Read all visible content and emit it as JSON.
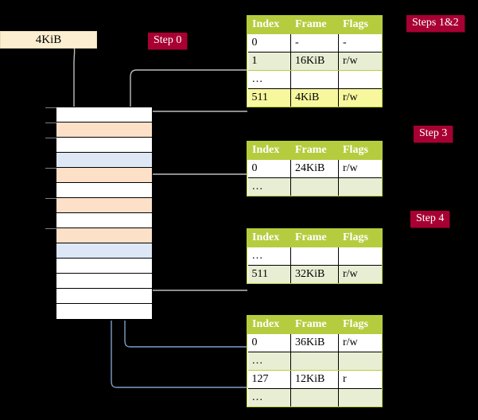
{
  "diagram": {
    "title_labels": {
      "step0": "Step 0",
      "steps12": "Steps 1&2",
      "step3": "Step 3",
      "step4": "Step 4"
    },
    "source_box": {
      "label": "4KiB"
    },
    "colors": {
      "badge_bg": "#a80032",
      "badge_text": "#ffffff",
      "table_header_bg": "#b5cc3e",
      "table_alt_row_bg": "#e8eed4",
      "highlight_bg": "#f7f79e",
      "memory_peach": "#fce0c8",
      "memory_blue": "#dde7f6",
      "source_box_bg": "#fceed0",
      "wire_gray": "#b3b3b3",
      "wire_blue": "#7d9fc9",
      "background": "#000000"
    }
  },
  "tables": [
    {
      "name": "table-steps-1-2",
      "headers": [
        "Index",
        "Frame",
        "Flags"
      ],
      "rows": [
        {
          "alt": false,
          "hl": [
            false,
            false,
            false
          ],
          "cells": [
            "0",
            "-",
            "-"
          ]
        },
        {
          "alt": true,
          "hl": [
            false,
            false,
            false
          ],
          "cells": [
            "1",
            "16KiB",
            "r/w"
          ]
        },
        {
          "alt": false,
          "hl": [
            false,
            false,
            false
          ],
          "cells": [
            "…",
            "",
            ""
          ]
        },
        {
          "alt": true,
          "hl": [
            true,
            true,
            true
          ],
          "cells": [
            "511",
            "4KiB",
            "r/w"
          ]
        }
      ]
    },
    {
      "name": "table-step-3",
      "headers": [
        "Index",
        "Frame",
        "Flags"
      ],
      "rows": [
        {
          "alt": false,
          "hl": [
            false,
            false,
            false
          ],
          "cells": [
            "0",
            "24KiB",
            "r/w"
          ]
        },
        {
          "alt": true,
          "hl": [
            false,
            false,
            false
          ],
          "cells": [
            "…",
            "",
            ""
          ]
        }
      ]
    },
    {
      "name": "table-step-4",
      "headers": [
        "Index",
        "Frame",
        "Flags"
      ],
      "rows": [
        {
          "alt": false,
          "hl": [
            false,
            false,
            false
          ],
          "cells": [
            "…",
            "",
            ""
          ]
        },
        {
          "alt": true,
          "hl": [
            false,
            false,
            false
          ],
          "cells": [
            "511",
            "32KiB",
            "r/w"
          ]
        }
      ]
    },
    {
      "name": "table-bottom",
      "headers": [
        "Index",
        "Frame",
        "Flags"
      ],
      "rows": [
        {
          "alt": false,
          "hl": [
            false,
            false,
            false
          ],
          "cells": [
            "0",
            "36KiB",
            "r/w"
          ]
        },
        {
          "alt": true,
          "hl": [
            false,
            false,
            false
          ],
          "cells": [
            "…",
            "",
            ""
          ]
        },
        {
          "alt": false,
          "hl": [
            false,
            false,
            false
          ],
          "cells": [
            "127",
            "12KiB",
            "r"
          ]
        },
        {
          "alt": true,
          "hl": [
            false,
            false,
            false
          ],
          "cells": [
            "…",
            "",
            ""
          ]
        }
      ]
    }
  ],
  "memory_column": {
    "name": "physical-memory-frames",
    "rows": [
      {
        "fill": "white",
        "tick": true
      },
      {
        "fill": "peach",
        "tick": true
      },
      {
        "fill": "white",
        "tick": true
      },
      {
        "fill": "blue",
        "tick": false
      },
      {
        "fill": "peach",
        "tick": true
      },
      {
        "fill": "white",
        "tick": false
      },
      {
        "fill": "peach",
        "tick": true
      },
      {
        "fill": "white",
        "tick": false
      },
      {
        "fill": "peach",
        "tick": true
      },
      {
        "fill": "blue",
        "tick": false
      },
      {
        "fill": "white",
        "tick": false
      },
      {
        "fill": "white",
        "tick": false
      },
      {
        "fill": "white",
        "tick": false
      },
      {
        "fill": "white",
        "tick": false
      }
    ]
  }
}
